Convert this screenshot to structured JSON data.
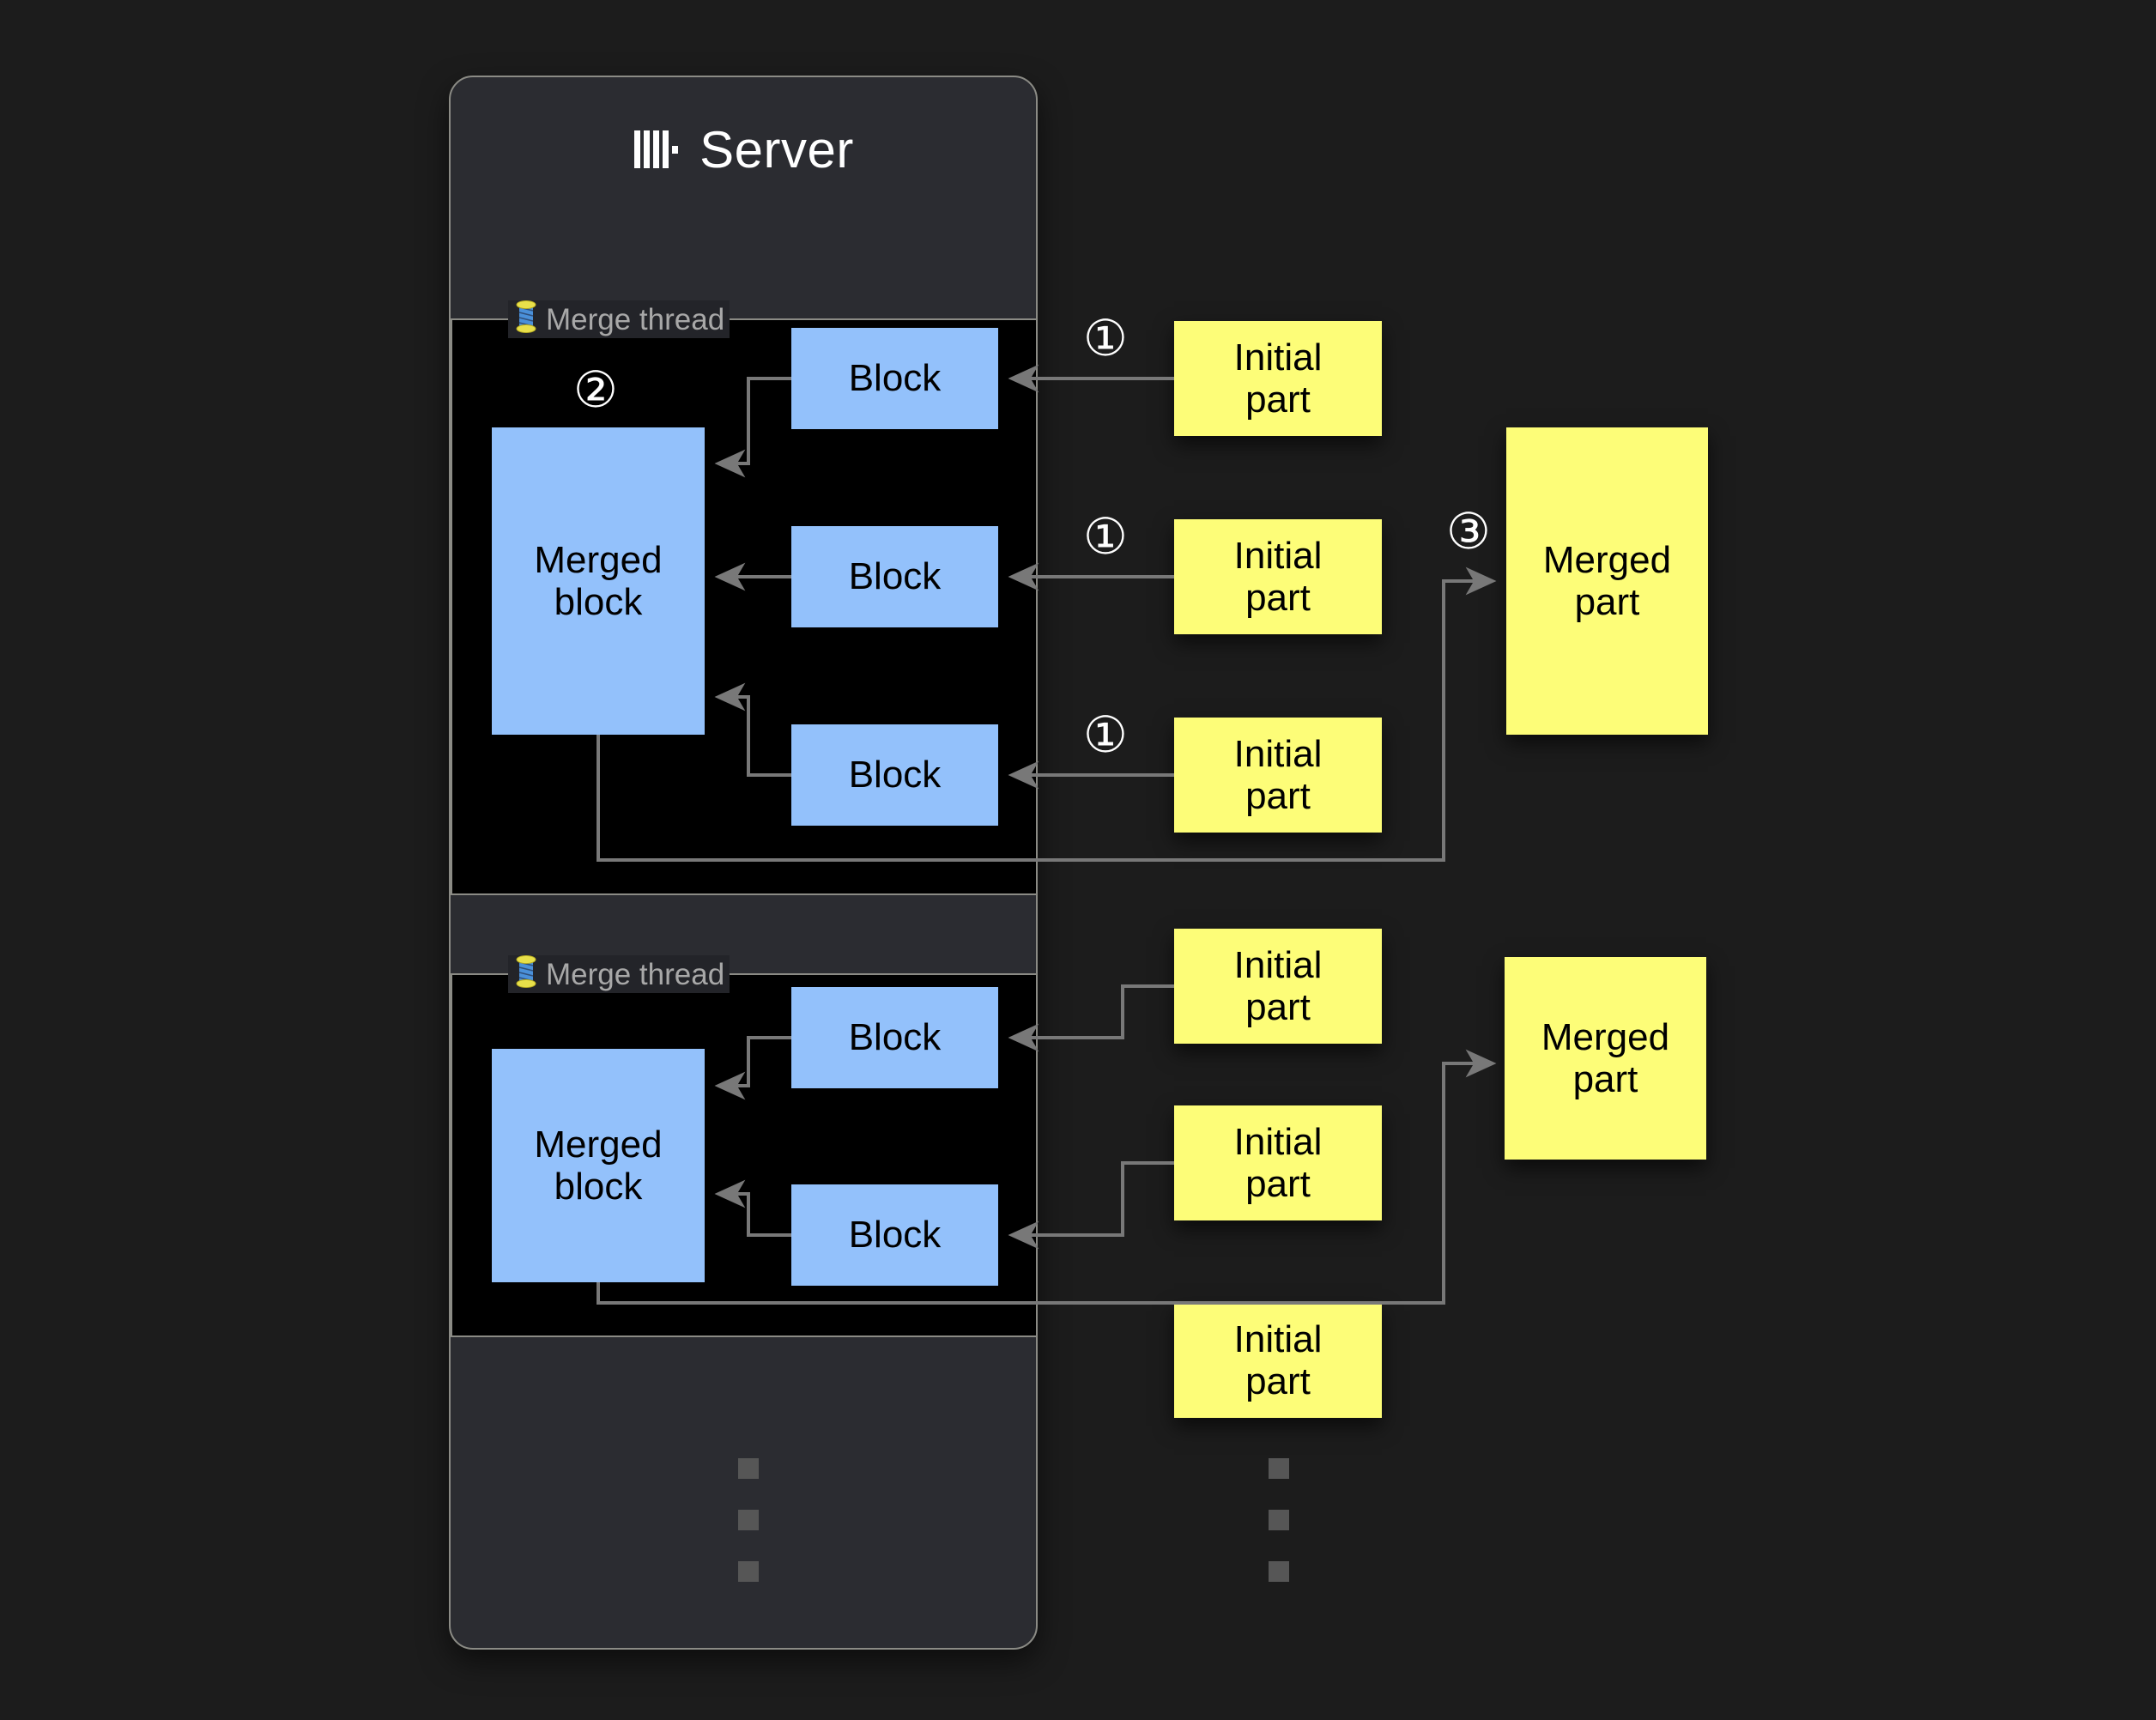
{
  "server": {
    "title": "Server",
    "logo_icon": "clickhouse-logo-icon"
  },
  "merge_threads": [
    {
      "label": "Merge thread",
      "icon": "thread-spool-icon",
      "merged_block_label": "Merged\nblock",
      "blocks": [
        "Block",
        "Block",
        "Block"
      ]
    },
    {
      "label": "Merge thread",
      "icon": "thread-spool-icon",
      "merged_block_label": "Merged\nblock",
      "blocks": [
        "Block",
        "Block"
      ]
    }
  ],
  "labels": {
    "block": "Block",
    "merged_block_line1": "Merged",
    "merged_block_line2": "block",
    "initial_part_line1": "Initial",
    "initial_part_line2": "part",
    "merged_part_line1": "Merged",
    "merged_part_line2": "part",
    "merge_thread": "Merge thread",
    "spool_glyph": "🧵"
  },
  "steps": {
    "one": "①",
    "two": "②",
    "three": "③"
  },
  "initial_parts": [
    {
      "line1": "Initial",
      "line2": "part"
    },
    {
      "line1": "Initial",
      "line2": "part"
    },
    {
      "line1": "Initial",
      "line2": "part"
    },
    {
      "line1": "Initial",
      "line2": "part"
    },
    {
      "line1": "Initial",
      "line2": "part"
    },
    {
      "line1": "Initial",
      "line2": "part"
    }
  ],
  "merged_parts": [
    {
      "line1": "Merged",
      "line2": "part"
    },
    {
      "line1": "Merged",
      "line2": "part"
    }
  ],
  "ellipsis": {
    "count": 3,
    "glyph": "square-dot"
  },
  "colors": {
    "page_background": "#1c1c1c",
    "server_card": "#2b2c31",
    "server_card_border": "#8b8b85",
    "panel_background": "#000000",
    "panel_border": "#8b8b85",
    "block_blue": "#93c1fb",
    "part_yellow": "#fdfd78",
    "arrow_gray": "#787878",
    "label_gray": "#a8a8a8",
    "step_white": "#ffffff",
    "dot_gray": "#565656"
  }
}
